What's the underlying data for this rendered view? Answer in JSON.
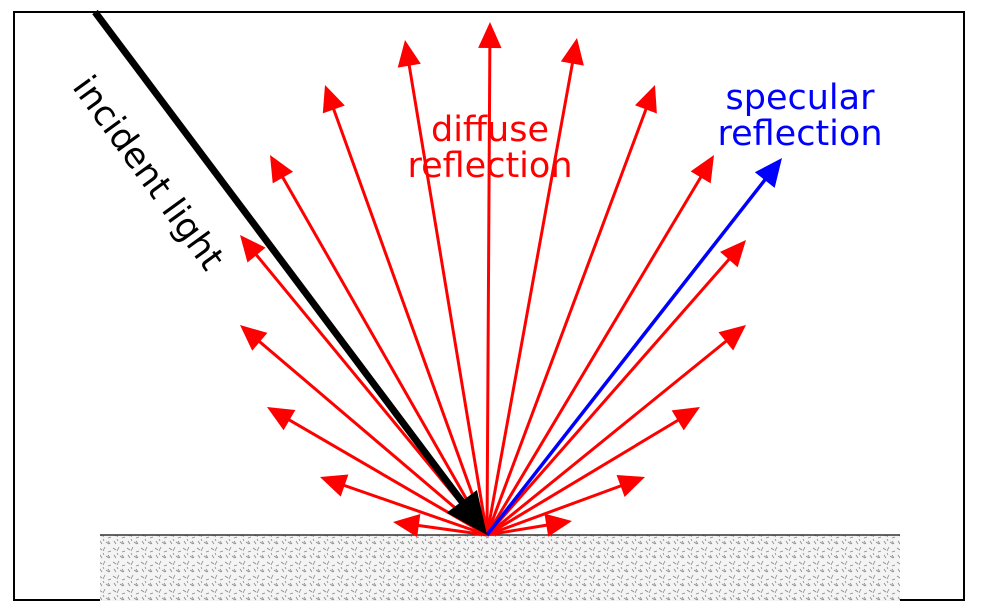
{
  "labels": {
    "incident": "incident light",
    "diffuse_line1": "diffuse",
    "diffuse_line2": "reflection",
    "specular_line1": "specular",
    "specular_line2": "reflection"
  },
  "colors": {
    "diffuse": "#ff0000",
    "specular": "#0000ff",
    "incident": "#000000",
    "surface": "#d8d8d8"
  }
}
